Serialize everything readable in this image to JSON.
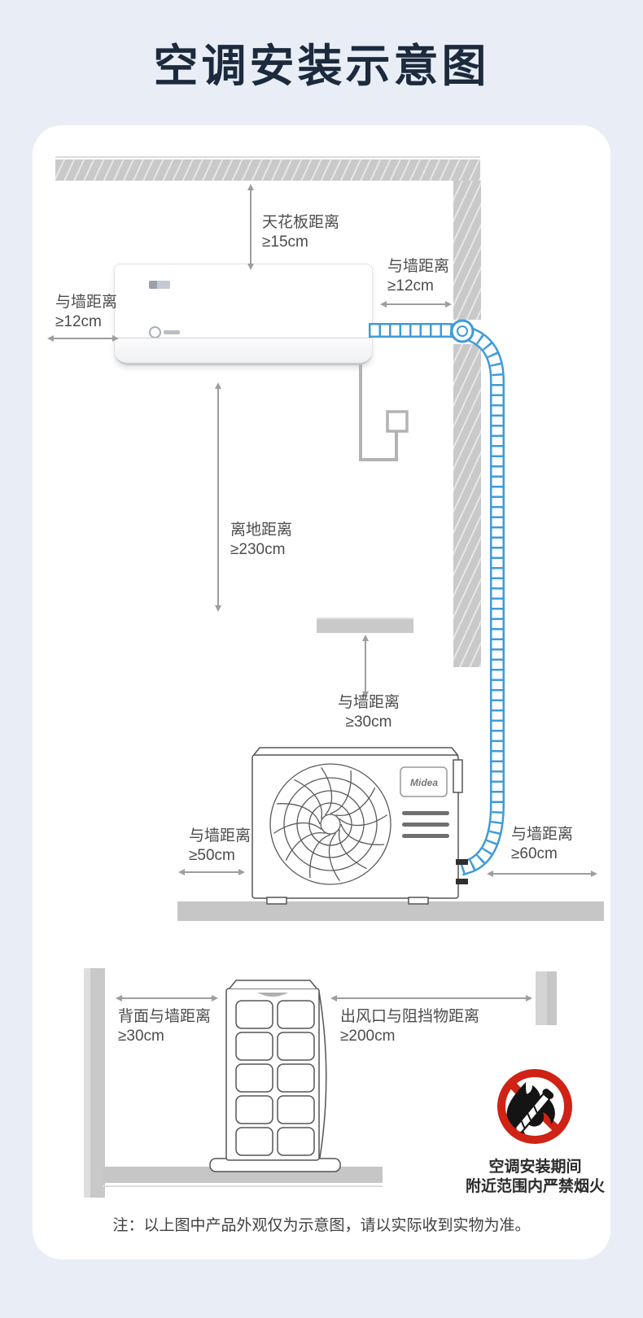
{
  "page": {
    "title": "空调安装示意图",
    "note": "注：以上图中产品外观仅为示意图，请以实际收到实物为准。"
  },
  "colors": {
    "background": "#e9eef6",
    "card": "#ffffff",
    "title_text": "#1c2a3e",
    "annotation_text": "#4c4c4c",
    "wall_gray": "#c9c9c9",
    "arrow_gray": "#9e9e9e",
    "pipe_blue": "#3f9bd8",
    "warning_red": "#cf2315"
  },
  "indoor_section": {
    "ceiling_clearance": {
      "label": "天花板距离",
      "value": "≥15cm"
    },
    "left_wall_clearance": {
      "label": "与墙距离",
      "value": "≥12cm"
    },
    "right_wall_clearance": {
      "label": "与墙距离",
      "value": "≥12cm"
    },
    "floor_clearance": {
      "label": "离地距离",
      "value": "≥230cm"
    }
  },
  "outdoor_section": {
    "top_wall_clearance": {
      "label": "与墙距离",
      "value": "≥30cm"
    },
    "left_wall_clearance": {
      "label": "与墙距离",
      "value": "≥50cm"
    },
    "right_wall_clearance": {
      "label": "与墙距离",
      "value": "≥60cm"
    },
    "brand": "Midea"
  },
  "back_view_section": {
    "back_wall_clearance": {
      "label": "背面与墙距离",
      "value": "≥30cm"
    },
    "outlet_clearance": {
      "label": "出风口与阻挡物距离",
      "value": "≥200cm"
    },
    "fire_warning": {
      "line1": "空调安装期间",
      "line2": "附近范围内严禁烟火"
    }
  }
}
